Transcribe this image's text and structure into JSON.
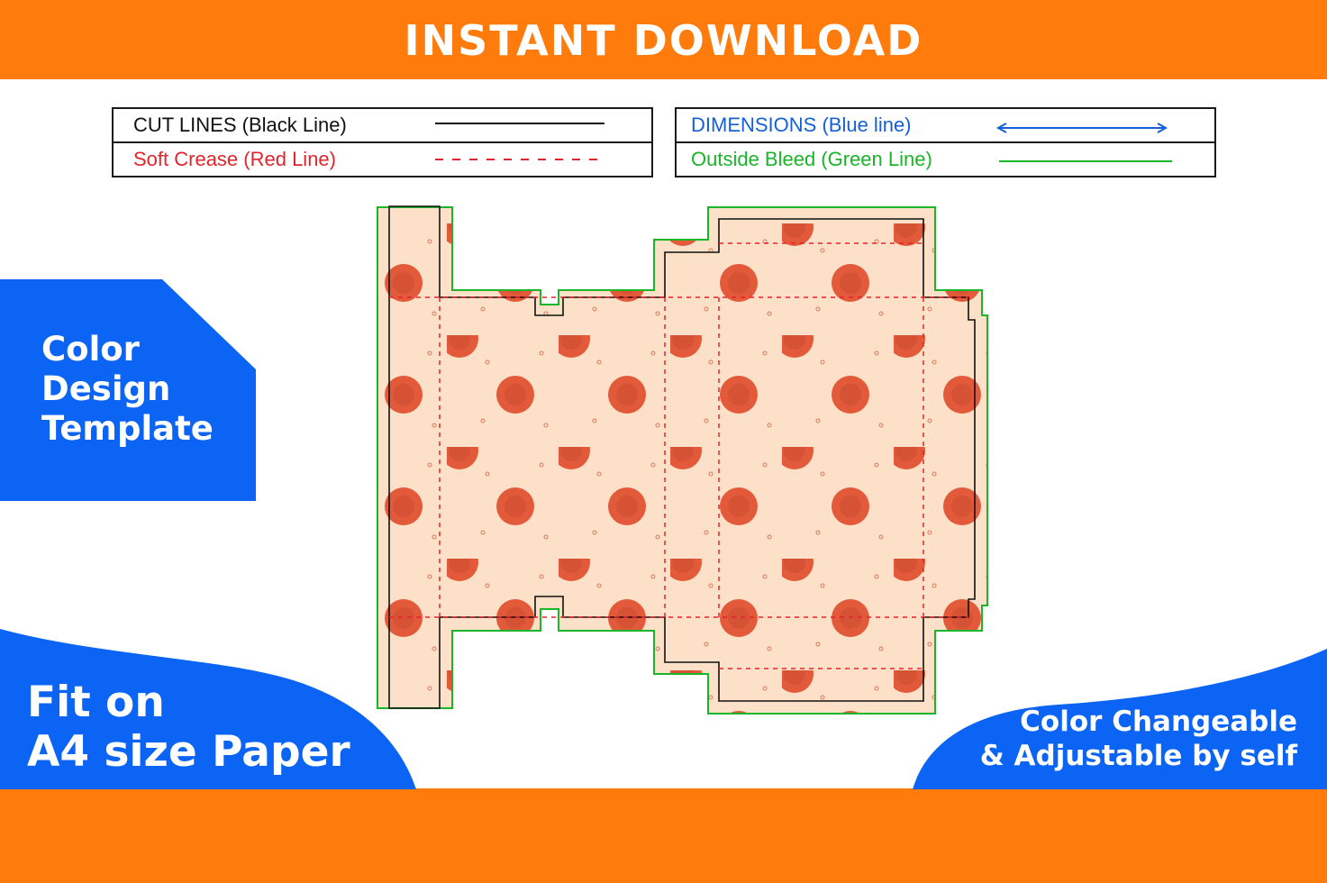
{
  "header": {
    "title": "INSTANT DOWNLOAD"
  },
  "legend": {
    "cut_lines": "CUT LINES (Black Line)",
    "soft_crease": "Soft Crease (Red Line)",
    "dimensions": "DIMENSIONS (Blue line)",
    "outside_bleed": "Outside Bleed (Green Line)"
  },
  "side_panel": {
    "line1": "Color",
    "line2": "Design",
    "line3": "Template"
  },
  "bottom_left": {
    "line1": "Fit on",
    "line2": "A4 size Paper"
  },
  "bottom_right": {
    "line1": "Color Changeable",
    "line2": "& Adjustable by self"
  },
  "colors": {
    "orange": "#ff7b0b",
    "blue": "#0b64f4",
    "cut_line": "#111111",
    "crease_line": "#e0262c",
    "dimension_line": "#1560d8",
    "bleed_line": "#1bb52a",
    "pattern_bg": "#fde0c8",
    "dot_fill": "#e25a3a"
  }
}
